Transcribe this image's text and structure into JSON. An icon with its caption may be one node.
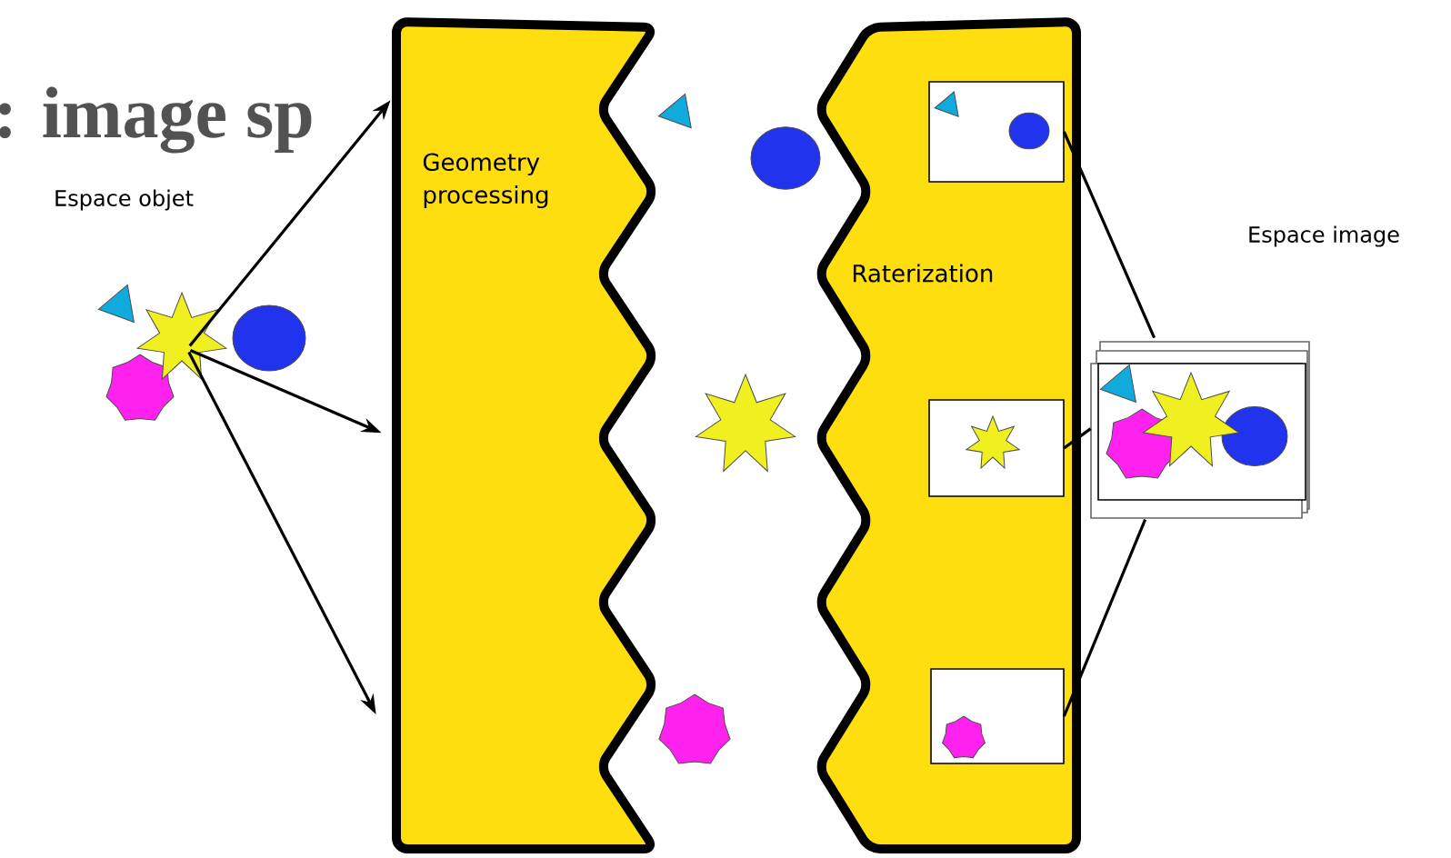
{
  "diagram": {
    "title": ": image sp",
    "nodes": [
      {
        "text": [
          "Geometry processing"
        ]
      },
      {
        "text": [
          "Raterization"
        ]
      },
      {
        "text": [],
        "shape": "picture"
      },
      {
        "text": [],
        "shape": "box",
        "in": 1
      },
      {
        "text": [],
        "shape": "box",
        "in": 1
      },
      {
        "text": [],
        "shape": "box",
        "in": 1
      },
      {
        "text": [],
        "shape": "picture"
      }
    ],
    "edges": [
      {
        "from": 2,
        "to": 0,
        "arrow": "to"
      },
      {
        "from": 2,
        "to": 0,
        "arrow": "to"
      },
      {
        "from": 2,
        "to": 0,
        "arrow": "to"
      },
      {
        "from": 3,
        "to": 6,
        "arrow": "none"
      },
      {
        "from": 4,
        "to": 6,
        "arrow": "none"
      },
      {
        "from": 5,
        "to": 6,
        "arrow": "none"
      }
    ],
    "labels": [
      "Espace objet",
      "Espace image"
    ]
  }
}
